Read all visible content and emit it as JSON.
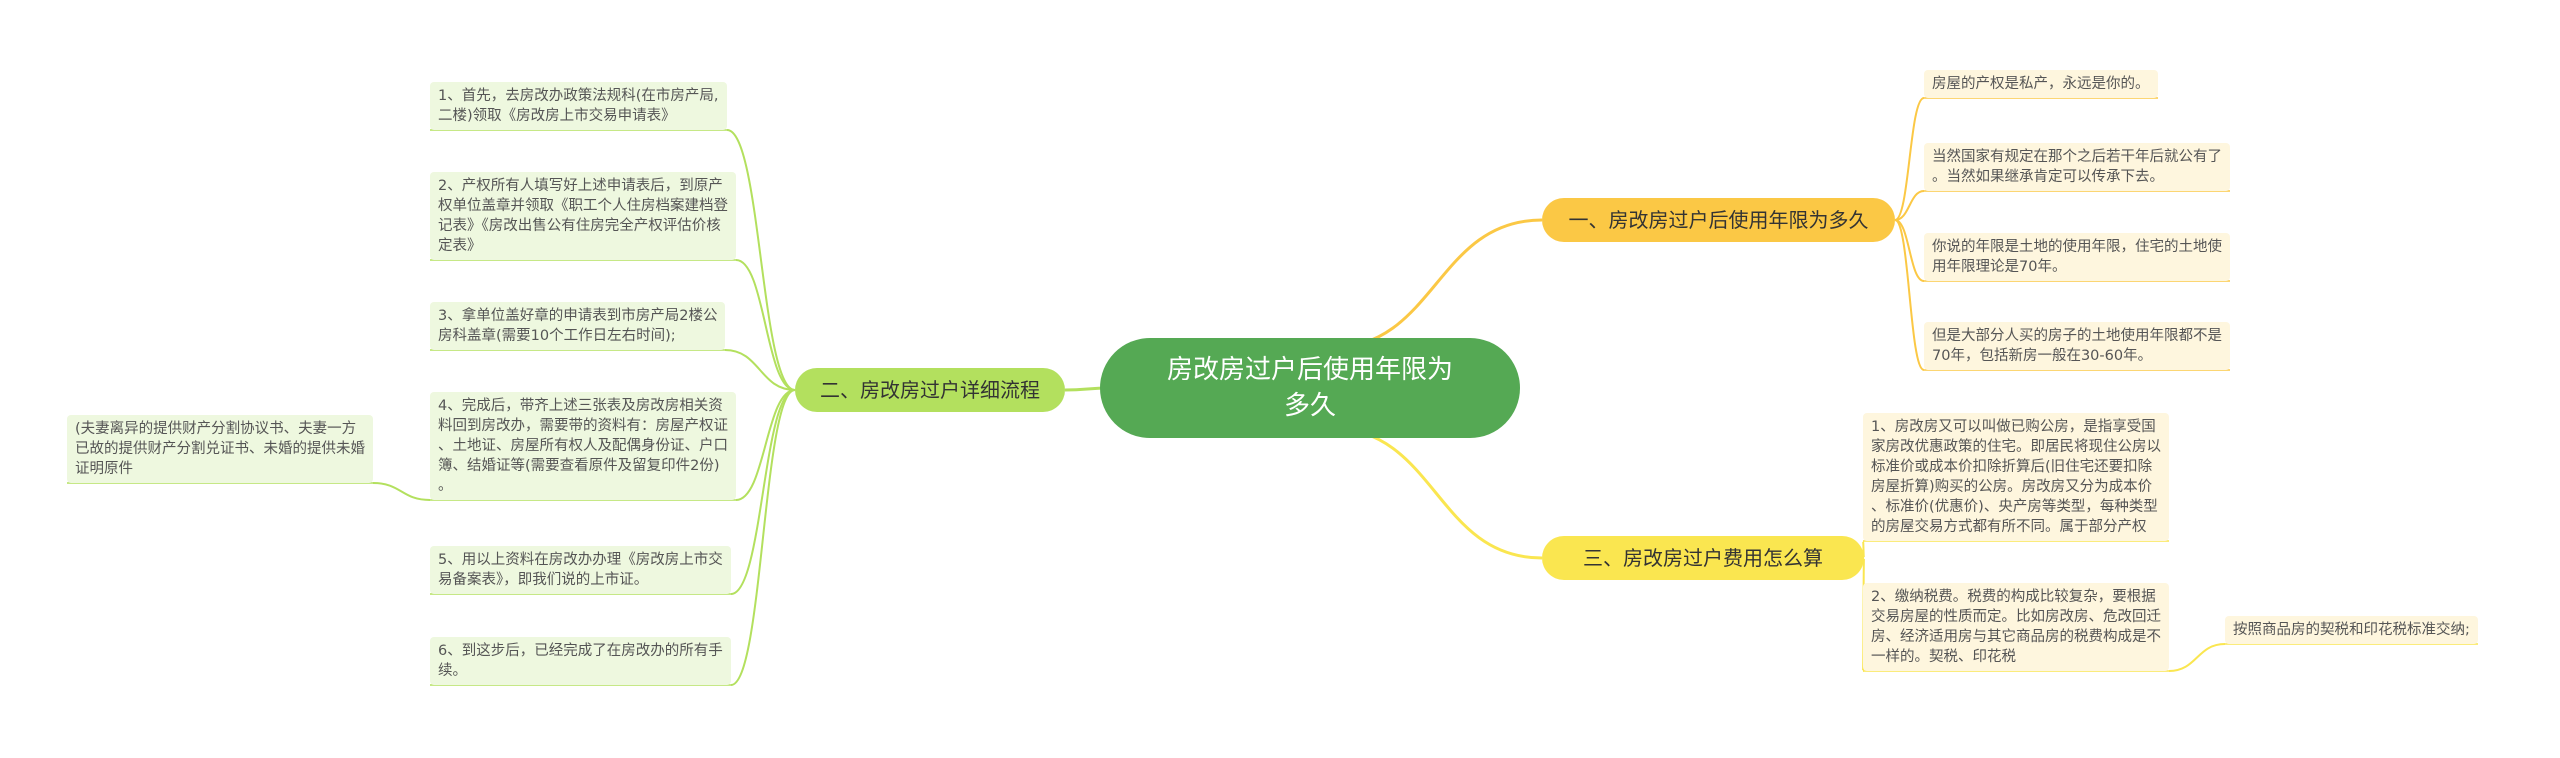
{
  "center": {
    "line1": "房改房过户后使用年限为",
    "line2": "多久"
  },
  "branches": {
    "b1": "一、房改房过户后使用年限为多久",
    "b2": "二、房改房过户详细流程",
    "b3": "三、房改房过户费用怎么算"
  },
  "b1_leaves": {
    "l1": [
      "房屋的产权是私产，永远是你的。"
    ],
    "l2": [
      "当然国家有规定在那个之后若干年后就公有了",
      "。当然如果继承肯定可以传承下去。"
    ],
    "l3": [
      "你说的年限是土地的使用年限，住宅的土地使",
      "用年限理论是70年。"
    ],
    "l4": [
      "但是大部分人买的房子的土地使用年限都不是",
      "70年，包括新房一般在30-60年。"
    ]
  },
  "b2_leaves": {
    "l1": [
      "1、首先，去房改办政策法规科(在市房产局,",
      "二楼)领取《房改房上市交易申请表》"
    ],
    "l2": [
      "2、产权所有人填写好上述申请表后，到原产",
      "权单位盖章并领取《职工个人住房档案建档登",
      "记表》《房改出售公有住房完全产权评估价核",
      "定表》"
    ],
    "l3": [
      "3、拿单位盖好章的申请表到市房产局2楼公",
      "房科盖章(需要10个工作日左右时间);"
    ],
    "l4": [
      "4、完成后，带齐上述三张表及房改房相关资",
      "料回到房改办，需要带的资料有：房屋产权证",
      "、土地证、房屋所有权人及配偶身份证、户口",
      "簿、结婚证等(需要查看原件及留复印件2份)",
      "。"
    ],
    "l4_sub": [
      "(夫妻离异的提供财产分割协议书、夫妻一方",
      "已故的提供财产分割兑证书、未婚的提供未婚",
      "证明原件"
    ],
    "l5": [
      "5、用以上资料在房改办办理《房改房上市交",
      "易备案表》，即我们说的上市证。"
    ],
    "l6": [
      "6、到这步后，已经完成了在房改办的所有手",
      "续。"
    ]
  },
  "b3_leaves": {
    "l1": [
      "1、房改房又可以叫做已购公房，是指享受国",
      "家房改优惠政策的住宅。即居民将现住公房以",
      "标准价或成本价扣除折算后(旧住宅还要扣除",
      "房屋折算)购买的公房。房改房又分为成本价",
      "、标准价(优惠价)、央产房等类型，每种类型",
      "的房屋交易方式都有所不同。属于部分产权"
    ],
    "l2": [
      "2、缴纳税费。税费的构成比较复杂，要根据",
      "交易房屋的性质而定。比如房改房、危改回迁",
      "房、经济适用房与其它商品房的税费构成是不",
      "一样的。契税、印花税"
    ],
    "l2_sub": [
      "按照商品房的契税和印花税标准交纳;"
    ]
  },
  "colors": {
    "center": "#55a954",
    "branch_orange": "#fbc845",
    "branch_yellow": "#fae650",
    "branch_green": "#b3e05e",
    "leaf_yellow": "#fef6de",
    "leaf_green": "#eef8df"
  }
}
